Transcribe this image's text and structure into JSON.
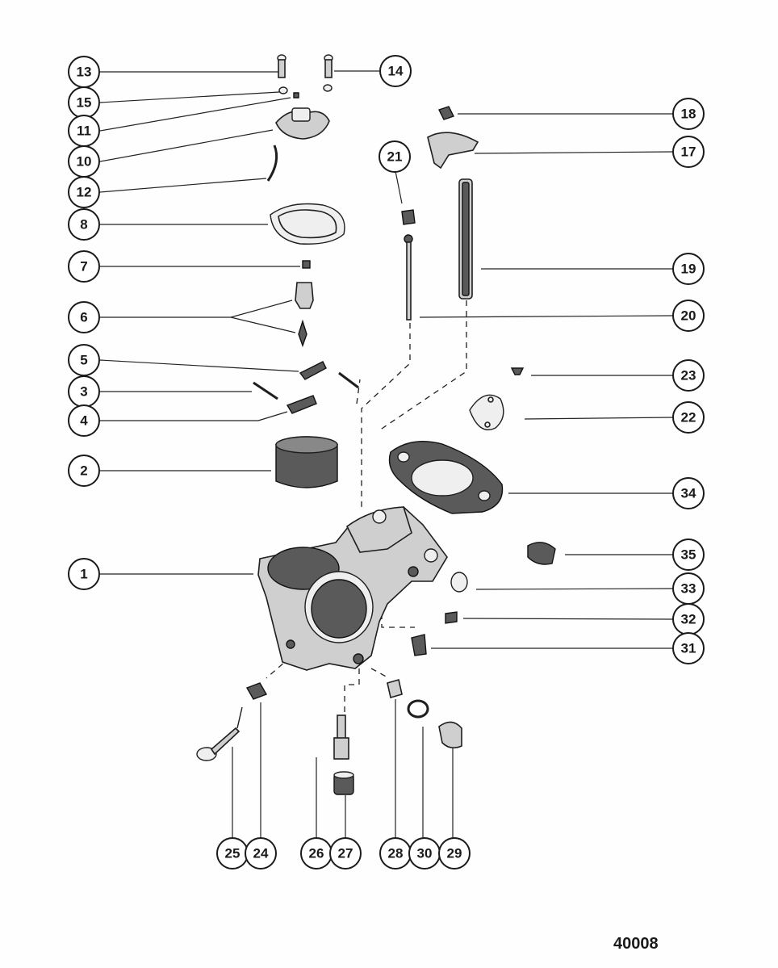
{
  "figure": {
    "number": "40008"
  },
  "callouts": [
    "13",
    "14",
    "15",
    "11",
    "10",
    "12",
    "8",
    "7",
    "6",
    "5",
    "3",
    "4",
    "2",
    "1",
    "18",
    "17",
    "21",
    "19",
    "20",
    "23",
    "22",
    "34",
    "35",
    "33",
    "32",
    "31",
    "25",
    "24",
    "26",
    "27",
    "28",
    "30",
    "29"
  ]
}
